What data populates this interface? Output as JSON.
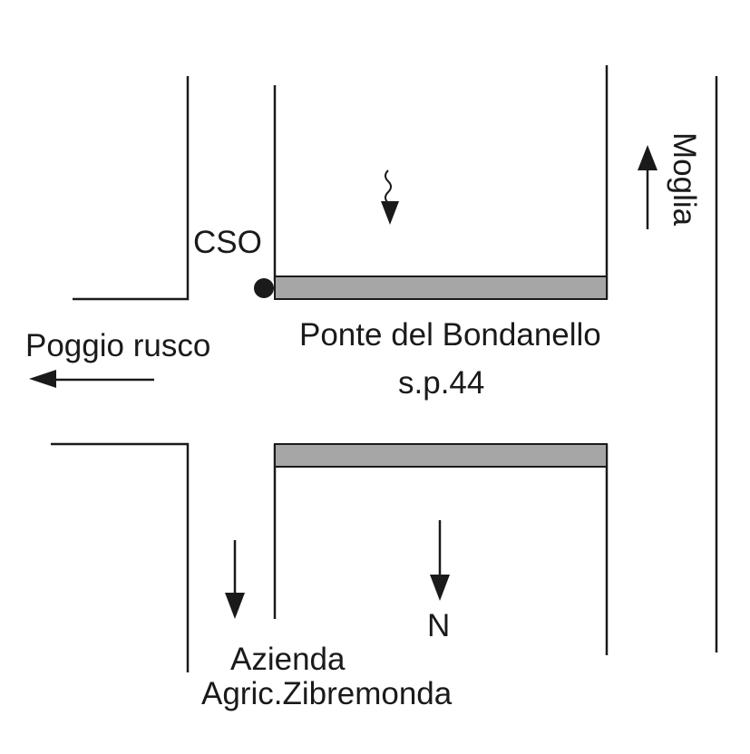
{
  "labels": {
    "cso": "CSO",
    "poggio": "Poggio rusco",
    "ponte": "Ponte del Bondanello",
    "sp": "s.p.44",
    "moglia": "Moglia",
    "north": "N",
    "azienda_line1": "Azienda",
    "azienda_line2": "Agric.Zibremonda"
  },
  "colors": {
    "ink": "#1a1a1a",
    "bridge_fill": "#a6a6a6",
    "background": "#ffffff"
  }
}
